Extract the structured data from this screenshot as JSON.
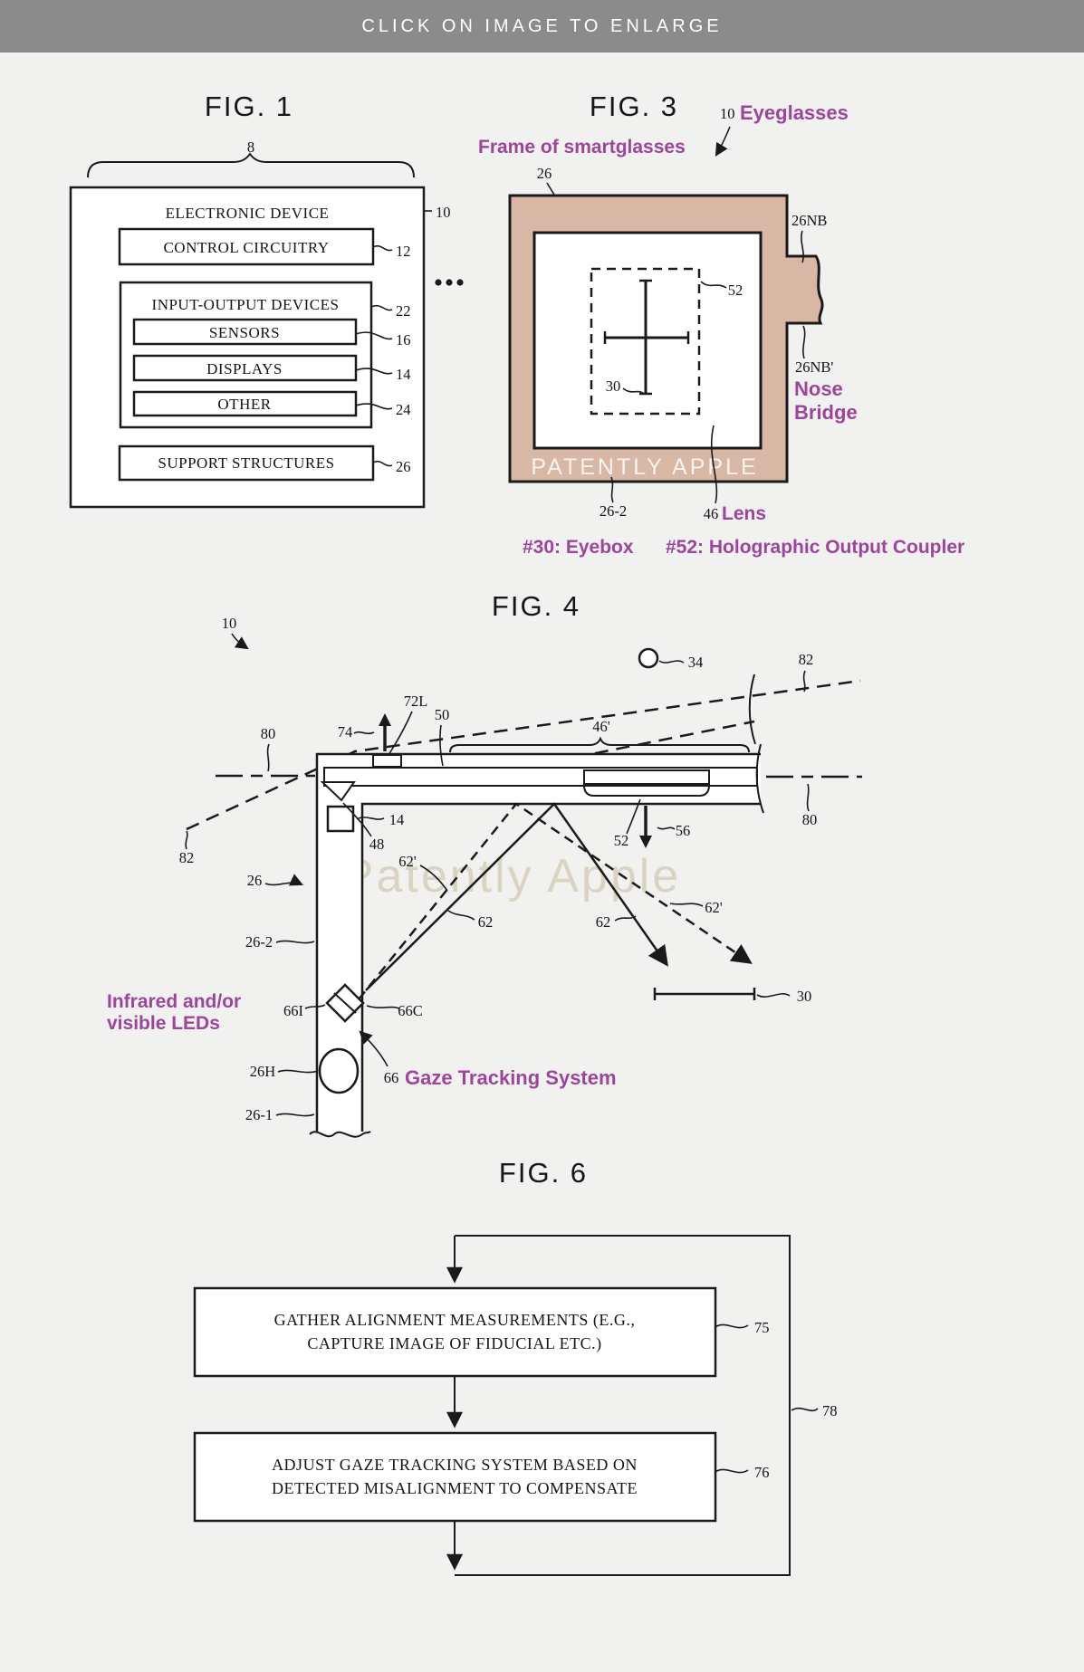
{
  "banner": {
    "text": "CLICK ON IMAGE TO ENLARGE"
  },
  "colors": {
    "background": "#f1f1ef",
    "banner_gray": "#8b8b8b",
    "purple": "#9d459d",
    "frame_tan": "#d8b7a4",
    "watermark_fig4": "#dbd3c1"
  },
  "fig1": {
    "title": "FIG. 1",
    "brace_ref": "8",
    "device_ref": "10",
    "boxes": {
      "outer": "ELECTRONIC DEVICE",
      "control": "CONTROL CIRCUITRY",
      "io": "INPUT-OUTPUT DEVICES",
      "sensors": "SENSORS",
      "displays": "DISPLAYS",
      "other": "OTHER",
      "support": "SUPPORT STRUCTURES"
    },
    "refs": {
      "control": "12",
      "io": "22",
      "sensors": "16",
      "displays": "14",
      "other": "24",
      "support": "26"
    }
  },
  "fig3": {
    "title": "FIG. 3",
    "frame_label": "Frame of smartglasses",
    "eyeglasses_label": "Eyeglasses",
    "nose_label_1": "Nose",
    "nose_label_2": "Bridge",
    "lens_label": "Lens",
    "watermark": "PATENTLY APPLE",
    "caption_eyebox": "#30: Eyebox",
    "caption_coupler": "#52: Holographic Output Coupler",
    "refs": {
      "frame": "26",
      "eyeglasses": "10",
      "nose_top": "26NB",
      "nose_bottom": "26NB'",
      "coupler": "52",
      "fiducial": "30",
      "frame_front": "26-2",
      "lens": "46"
    }
  },
  "fig4": {
    "title": "FIG. 4",
    "leds_label_1": "Infrared and/or",
    "leds_label_2": "visible LEDs",
    "gaze_label": "Gaze Tracking System",
    "watermark": "Patently Apple",
    "refs": {
      "device": "10",
      "camera": "34",
      "gaze_right": "82",
      "gaze_left": "82",
      "axis_left": "80",
      "axis_right": "80",
      "arrow_up": "74",
      "projector": "72L",
      "waveguide": "50",
      "lens_region": "46'",
      "wedge": "48",
      "display": "14",
      "coupler": "52",
      "output": "56",
      "frame": "26",
      "frame_front": "26-2",
      "ray_dashed_left": "62'",
      "ray_solid_left": "62",
      "ray_solid_right": "62",
      "ray_dashed_right": "62'",
      "eyebox": "30",
      "led": "66I",
      "camera_module": "66C",
      "gaze_system": "66",
      "hinge": "26H",
      "frame_lower": "26-1"
    }
  },
  "fig6": {
    "title": "FIG. 6",
    "boxes": [
      {
        "lines": [
          "GATHER ALIGNMENT MEASUREMENTS (E.G.,",
          "CAPTURE IMAGE OF FIDUCIAL ETC.)"
        ],
        "ref": "75"
      },
      {
        "lines": [
          "ADJUST GAZE TRACKING SYSTEM BASED ON",
          "DETECTED MISALIGNMENT TO COMPENSATE"
        ],
        "ref": "76"
      }
    ],
    "loop_ref": "78"
  }
}
